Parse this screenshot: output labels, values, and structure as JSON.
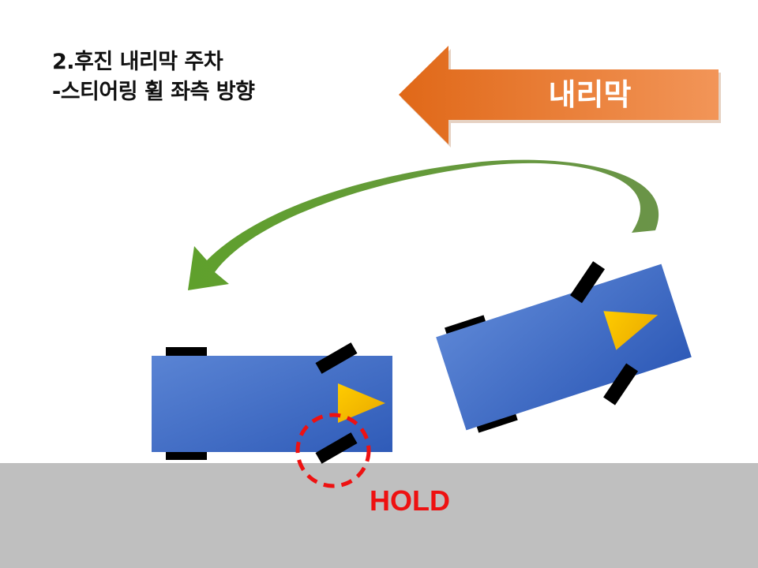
{
  "title": {
    "line1": "2.후진 내리막 주차",
    "line2": "-스티어링 휠 좌측 방향"
  },
  "slope_arrow": {
    "label": "내리막",
    "direction": "left",
    "color_start": "#e06818",
    "color_end": "#f29558"
  },
  "curved_arrow": {
    "color": "#5f9a32",
    "direction": "right-to-left"
  },
  "hold_label": {
    "text": "HOLD",
    "color": "#ee1111"
  },
  "colors": {
    "car_body": "#3a66c4",
    "wheel": "#000000",
    "direction_marker": "#f5b800",
    "curb": "#bfbfbf",
    "hold_circle": "#ee1111"
  }
}
